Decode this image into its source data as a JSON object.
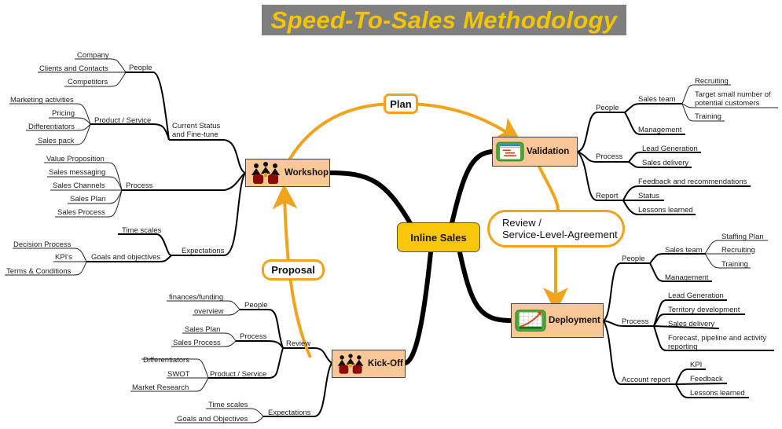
{
  "title": "Speed-To-Sales Methodology",
  "center": {
    "label": "Inline Sales"
  },
  "connectors": {
    "plan": "Plan",
    "proposal": "Proposal",
    "review_line1": "Review /",
    "review_line2": "Service-Level-Agreement"
  },
  "colors": {
    "title_bg": "#7f7f7f",
    "title_text": "#f5c400",
    "connector": "#f0a31c",
    "center_fill": "#f8c70a",
    "node_fill": "#fbc796"
  },
  "workshop": {
    "label": "Workshop",
    "icon": "team-meeting-icon",
    "branches": {
      "current_status": {
        "label_line1": "Current Status",
        "label_line2": "and Fine-tune",
        "people": {
          "label": "People",
          "items": [
            "Company",
            "Clients and Contacts",
            "Competitors"
          ]
        },
        "product": {
          "label": "Product / Service",
          "items": [
            "Marketing activities",
            "Pricing",
            "Differentiators",
            "Sales pack"
          ]
        }
      },
      "process": {
        "label": "Process",
        "items": [
          "Value Proposition",
          "Sales messaging",
          "Sales Channels",
          "Sales Plan",
          "Sales Process"
        ]
      },
      "expectations": {
        "label": "Expectations",
        "time_scales": "Time scales",
        "goals": {
          "label": "Goals and objectives",
          "items": [
            "Decision Process",
            "KPI's",
            "Terms & Conditions"
          ]
        }
      }
    }
  },
  "validation": {
    "label": "Validation",
    "icon": "gantt-chart-icon",
    "people": {
      "label": "People",
      "sales_team": {
        "label": "Sales team",
        "items": [
          "Recruiting",
          "Target small number of potential customers",
          "Training"
        ]
      },
      "management": "Management"
    },
    "process": {
      "label": "Process",
      "items": [
        "Lead Generation",
        "Sales delivery"
      ]
    },
    "report": {
      "label": "Report",
      "items": [
        "Feedback and recommendations",
        "Status",
        "Lessons learned"
      ]
    }
  },
  "deployment": {
    "label": "Deployment",
    "icon": "growth-chart-icon",
    "people": {
      "label": "People",
      "sales_team": {
        "label": "Sales team",
        "items": [
          "Staffing Plan",
          "Recruiting",
          "Training"
        ]
      },
      "management": "Management"
    },
    "process": {
      "label": "Process",
      "items": [
        "Lead Generation",
        "Territory development",
        "Sales delivery",
        "Forecast, pipeline and activity reporting"
      ]
    },
    "account_report": {
      "label": "Account report",
      "items": [
        "KPI",
        "Feedback",
        "Lessons learned"
      ]
    }
  },
  "kickoff": {
    "label": "Kick-Off",
    "icon": "team-meeting-icon",
    "review": {
      "label": "Review",
      "people": {
        "label": "People",
        "items": [
          "finances/funding",
          "overview"
        ]
      },
      "process": {
        "label": "Process",
        "items": [
          "Sales Plan",
          "Sales Process"
        ]
      },
      "product": {
        "label": "Product / Service",
        "items": [
          "Differentiators",
          "SWOT",
          "Market Research"
        ]
      }
    },
    "expectations": {
      "label": "Expectations",
      "items": [
        "Time scales",
        "Goals and Objectives"
      ]
    }
  }
}
